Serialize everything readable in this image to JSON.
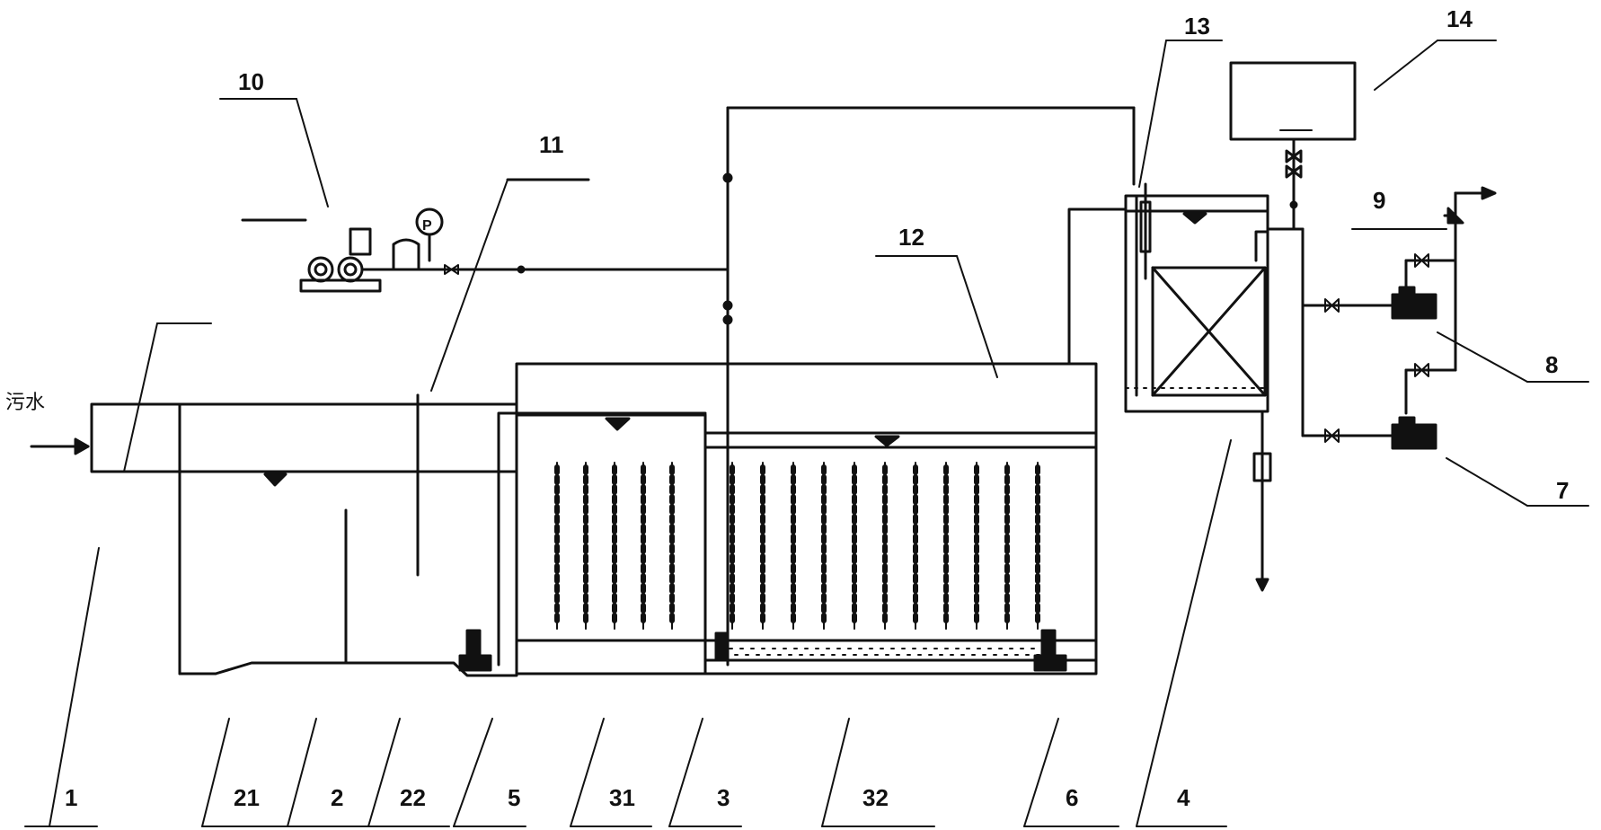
{
  "inlet_label": "污水",
  "labels": {
    "l1": "1",
    "l21": "21",
    "l2": "2",
    "l22": "22",
    "l5": "5",
    "l31": "31",
    "l3": "3",
    "l32": "32",
    "l6": "6",
    "l4": "4",
    "l7": "7",
    "l8": "8",
    "l9": "9",
    "l10": "10",
    "l11": "11",
    "l12": "12",
    "l13": "13",
    "l14": "14"
  },
  "gauge_symbol": "P"
}
